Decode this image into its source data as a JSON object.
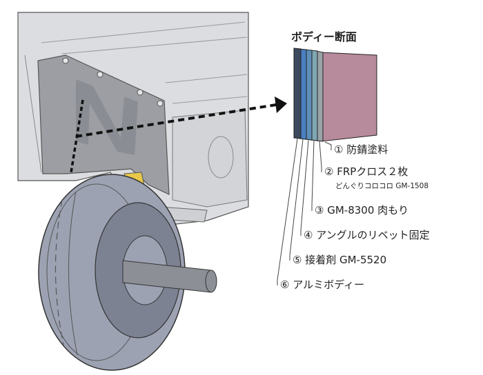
{
  "section_title": "ボディー断面",
  "layers": [
    {
      "label": "① 防錆塗料",
      "color": "#b78a9c"
    },
    {
      "label": "② FRPクロス２枚",
      "sublabel": "どんぐりコロコロ  GM-1508",
      "color": "#9aa3a8"
    },
    {
      "label": "③ GM-8300 肉もり",
      "color": "#7fa7b4"
    },
    {
      "label": "④ アングルのリベット固定",
      "color": "#5f8fb7"
    },
    {
      "label": "⑤ 接着剤 GM-5520",
      "color": "#4a7fc2"
    },
    {
      "label": "⑥ アルミボディー",
      "color": "#3c4a5e"
    }
  ],
  "colors": {
    "body_panel": "#dcdde1",
    "inner_panel": "#9c9ea3",
    "tire": "#9da2b3",
    "tire_dark": "#7d8293",
    "axle": "#8c8f96",
    "bracket": "#e8c84a"
  }
}
